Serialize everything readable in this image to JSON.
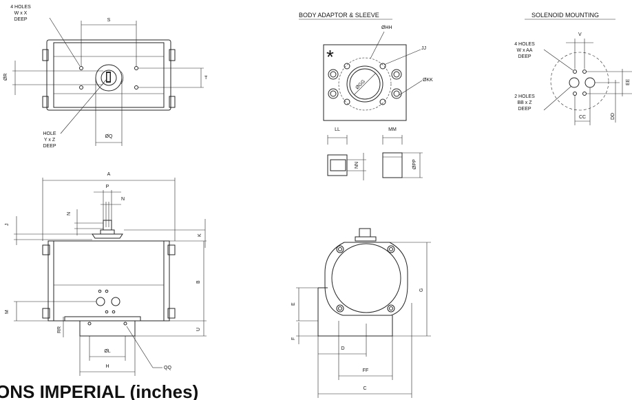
{
  "top_view": {
    "holes_note": [
      "4 HOLES",
      "W x X",
      "DEEP"
    ],
    "center_hole_note": [
      "HOLE",
      "Y x Z",
      "DEEP"
    ],
    "dim_s": "S",
    "dim_t": "T",
    "dim_r": "ØR",
    "dim_q": "ØQ"
  },
  "body_adaptor": {
    "title": "BODY ADAPTOR & SLEEVE",
    "asterisk": "*",
    "dim_hh": "ØHH",
    "dim_jj": "JJ",
    "dim_kk": "ØKK",
    "dim_gg": "ØGG",
    "dim_ll": "LL",
    "dim_mm": "MM",
    "dim_nn": "NN",
    "dim_pp": "ØPP"
  },
  "solenoid": {
    "title": "SOLENOID MOUNTING",
    "holes_note_4": [
      "4 HOLES",
      "W x AA",
      "DEEP"
    ],
    "holes_note_2": [
      "2 HOLES",
      "BB x Z",
      "DEEP"
    ],
    "dim_v": "V",
    "dim_ee": "EE",
    "dim_cc": "CC",
    "dim_dd": "DD"
  },
  "front_view": {
    "dim_a": "A",
    "dim_p": "P",
    "dim_n1": "N",
    "dim_n2": "N",
    "dim_j": "J",
    "dim_k": "K",
    "dim_b": "B",
    "dim_m": "M",
    "dim_u": "U",
    "dim_rr": "RR",
    "dim_l": "ØL",
    "dim_h": "H",
    "dim_qq": "QQ"
  },
  "side_view": {
    "dim_g": "G",
    "dim_e": "E",
    "dim_f": "F",
    "dim_d": "D",
    "dim_ff": "FF",
    "dim_c": "C"
  },
  "caption": "ONS IMPERIAL (inches)"
}
